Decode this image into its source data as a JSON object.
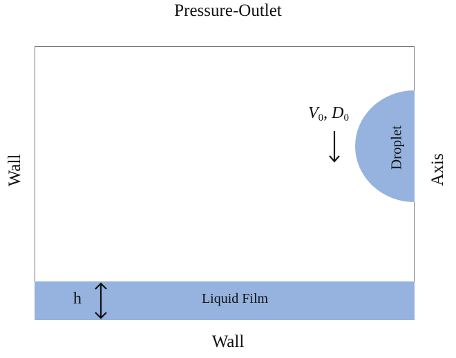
{
  "boundaries": {
    "top": "Pressure-Outlet",
    "bottom": "Wall",
    "left": "Wall",
    "right": "Axis"
  },
  "film": {
    "label": "Liquid Film",
    "thickness_symbol": "h",
    "color": "#95b3de"
  },
  "droplet": {
    "label": "Droplet",
    "velocity_symbol": "V",
    "diameter_symbol": "D",
    "subscript": "0",
    "separator": ", ",
    "color": "#95b3de"
  },
  "icons": {
    "thickness_arrow": "double-headed-vertical-arrow",
    "motion_arrow": "down-arrow"
  }
}
